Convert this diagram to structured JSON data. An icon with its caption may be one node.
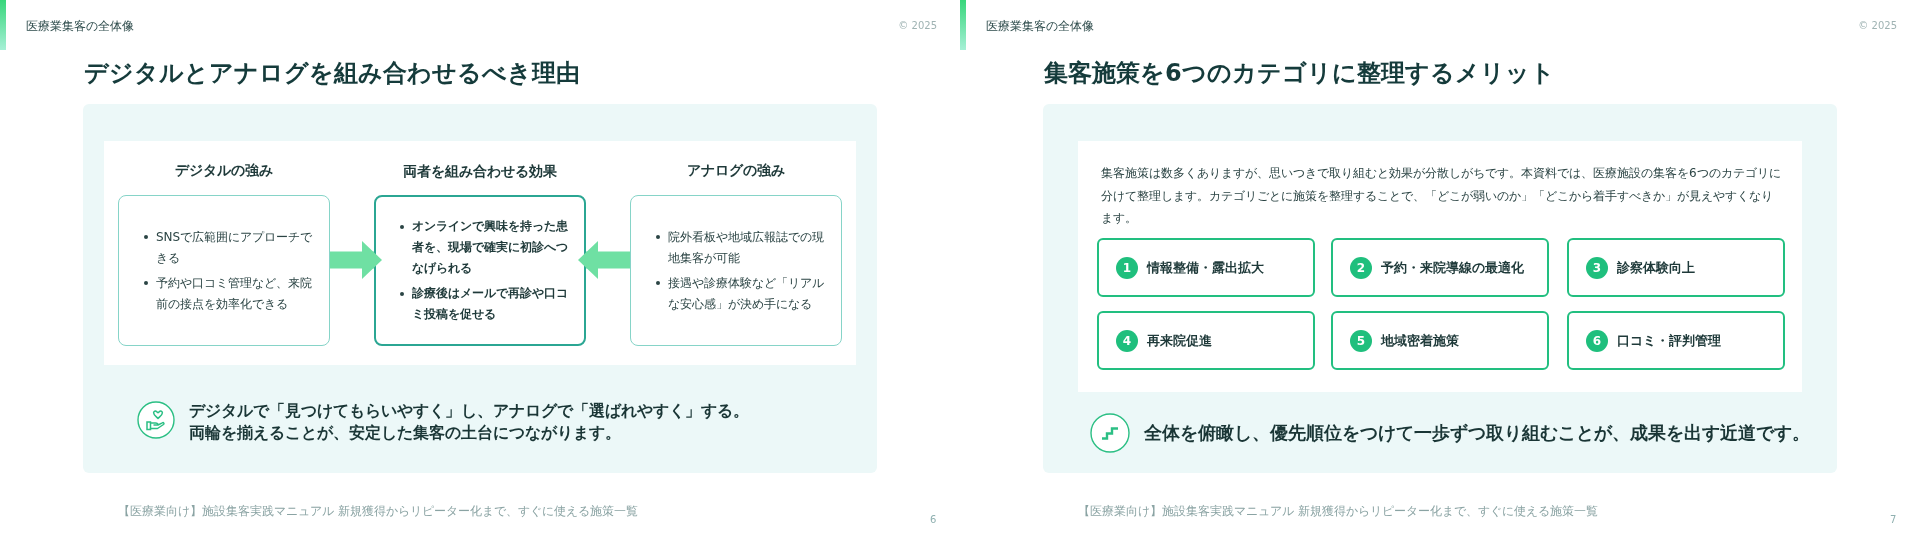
{
  "diagram": {
    "nodes": [
      {
        "text": [
          "デジタルの強み",
          "SNSで広範囲にアプローチできる",
          "予約や口コミ管理など、来院前の接点を効率化できる"
        ]
      },
      {
        "text": [
          "両者を組み合わせる効果",
          "オンラインで興味を持った患者を、現場で確実に初診へつなげられる",
          "診療後はメールで再診や口コミ投稿を促せる"
        ]
      },
      {
        "text": [
          "アナログの強み",
          "院外看板や地域広報誌での現地集客が可能",
          "接遇や診療体験など「リアルな安心感」が決め手になる"
        ]
      },
      {
        "text": [
          "1",
          "情報整備・露出拡大"
        ]
      },
      {
        "text": [
          "2",
          "予約・来院導線の最適化"
        ]
      },
      {
        "text": [
          "3",
          "診察体験向上"
        ]
      },
      {
        "text": [
          "4",
          "再来院促進"
        ]
      },
      {
        "text": [
          "5",
          "地域密着施策"
        ]
      },
      {
        "text": [
          "6",
          "口コミ・評判管理"
        ]
      }
    ],
    "edges": [
      {
        "from": 0,
        "to": 1,
        "arrow": "to"
      },
      {
        "from": 2,
        "to": 1,
        "arrow": "to"
      }
    ],
    "labels": [
      "医療業集客の全体像",
      "© 2025",
      "デジタルとアナログを組み合わせるべき理由",
      "デジタルで「見つけてもらいやすく」し、アナログで「選ばれやすく」する。",
      "両輪を揃えることが、安定した集客の土台につながります。",
      "【医療業向け】施設集客実践マニュアル 新規獲得からリピーター化まで、すぐに使える施策一覧",
      "6",
      "医療業集客の全体像",
      "© 2025",
      "集客施策を6つのカテゴリに整理するメリット",
      "集客施策は数多くありますが、思いつきで取り組むと効果が分散しがちです。本資料では、医療施設の集客を6つのカテゴリに分けて整理します。カテゴリごとに施策を整理することで、「どこが弱いのか」「どこから着手すべきか」が見えやすくなります。",
      "全体を俯瞰し、優先順位をつけて一歩ずつ取り組むことが、成果を出す近道です。",
      "【医療業向け】施設集客実践マニュアル 新規獲得からリピーター化まで、すぐに使える施策一覧",
      "7"
    ]
  }
}
